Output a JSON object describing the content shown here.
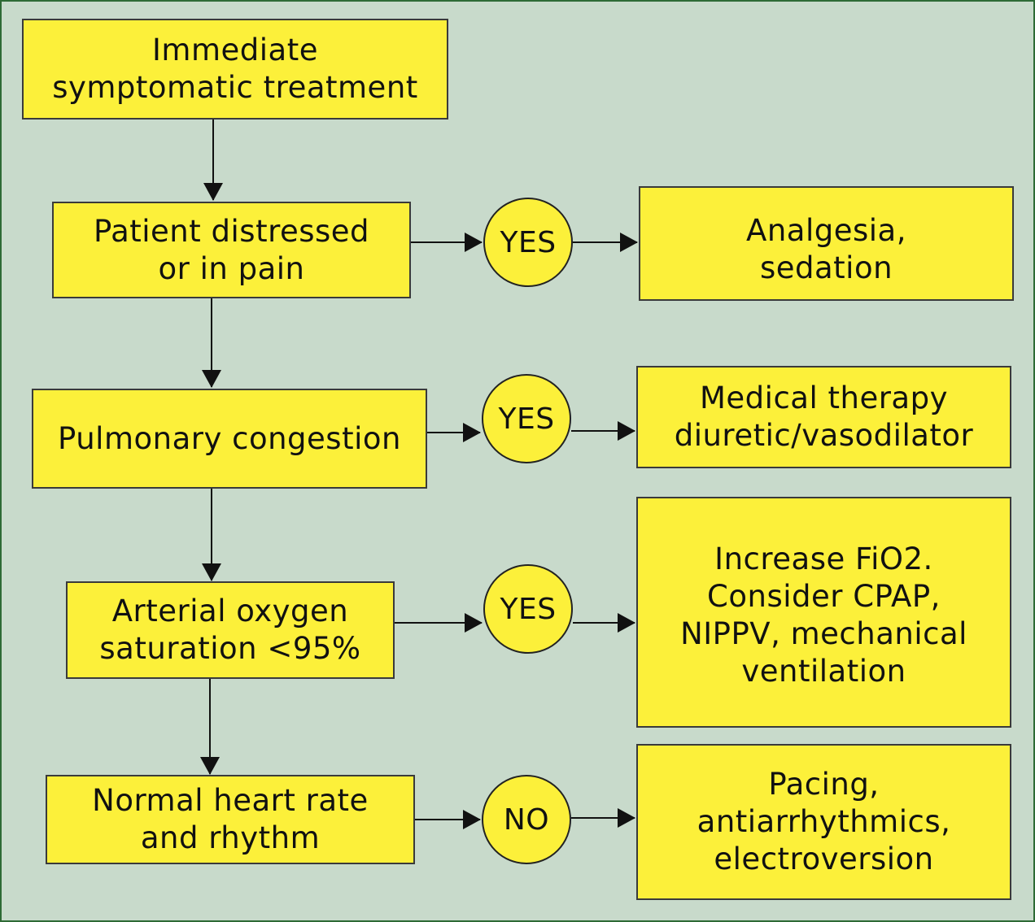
{
  "flowchart": {
    "start": "Immediate\nsymptomatic treatment",
    "questions": [
      {
        "text": "Patient distressed\nor in pain",
        "answer": "YES",
        "action": "Analgesia,\nsedation"
      },
      {
        "text": "Pulmonary congestion",
        "answer": "YES",
        "action": "Medical therapy\ndiuretic/vasodilator"
      },
      {
        "text": "Arterial oxygen\nsaturation <95%",
        "answer": "YES",
        "action": "Increase FiO2.\nConsider CPAP,\nNIPPV, mechanical\nventilation"
      },
      {
        "text": "Normal heart rate\nand rhythm",
        "answer": "NO",
        "action": "Pacing,\nantiarrhythmics,\nelectroversion"
      }
    ]
  },
  "colors": {
    "background": "#c8dacb",
    "border": "#2e6a35",
    "box_fill": "#fcf03a",
    "stroke": "#222222"
  }
}
